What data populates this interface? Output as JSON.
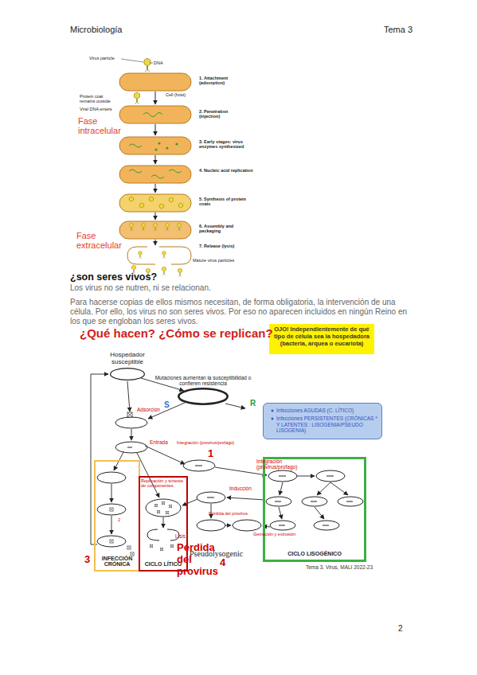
{
  "diagram": {
    "title": "¿Qué hacen? ¿Cómo se replican?",
    "caption": "Tema 3. Virus, MALI 2022-23",
    "nodes": [
      {
        "text": [
          "OJO! Independientemente de qué tipo de célula sea la hospedadora (bacteria, arquea o eucariota)"
        ]
      },
      {
        "text": [
          "Hospedador susceptible"
        ]
      },
      {
        "text": [
          "Mutaciones aumentan la susceptibilidad o confieren resistencia"
        ]
      },
      {
        "text": [
          "Infecciones AGUDAS (C. LÍTICO)",
          "Infecciones PERSISTENTES (CRÓNICAS * Y LATENTES : LISOGENIA/PSEUDO LISOGENIA)"
        ]
      },
      {
        "text": [
          "INFECCIÓN CRÓNICA"
        ]
      },
      {
        "text": [
          "CICLO LÍTICO"
        ]
      },
      {
        "text": [
          "CICLO LISOGÉNICO"
        ]
      }
    ],
    "edges": [
      {
        "from": 1,
        "to": 2,
        "arrow": "to"
      }
    ],
    "labels": [
      "Microbiología",
      "Tema 3",
      "Virus particle",
      "DNA",
      "1. Attachment (adsorption)",
      "Cell (host)",
      "Protein coat remains outside",
      "Viral DNA enters",
      "2. Penetration (injection)",
      "Fase intracelular",
      "3. Early stages: virus enzymes synthesized",
      "4. Nucleic acid replication",
      "5. Synthesis of protein coats",
      "6. Assembly and packaging",
      "7. Release (lysis)",
      "Fase extracelular",
      "Mature virus particles",
      "¿son seres vivos?",
      "Los virus no se nutren, ni se relacionan.",
      "Para hacerse copias de ellos mismos necesitan, de forma obligatoria, la intervención de una célula. Por ello, los virus no son seres vivos. Por eso no aparecen incluidos en ningún Reino en los que se engloban los seres vivos.",
      "S",
      "R",
      "Adsorción",
      "Entrada",
      "Integración (provirus/profago)",
      "1",
      "Integración (provirus/profago)",
      "Replicación y síntesis de componentes",
      "Inducción",
      "Pérdida del provirus",
      "Lisis",
      "Pérdida del provirus",
      "Gemación y extrusión",
      "2",
      "3",
      "Pseudolysogenic",
      "4",
      "2"
    ]
  }
}
